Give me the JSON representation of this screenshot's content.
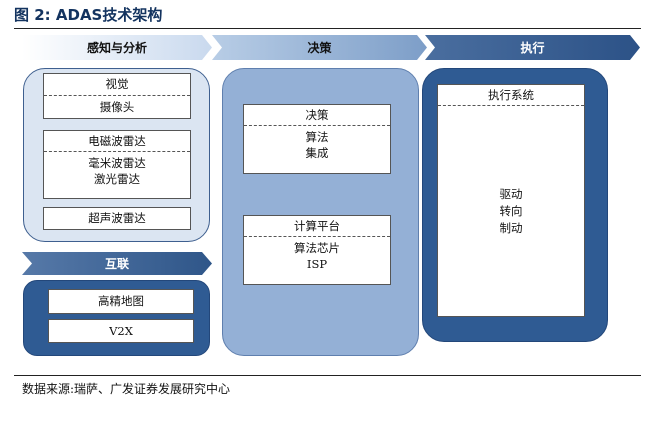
{
  "title": "图 2:  ADAS技术架构",
  "stages": {
    "sense": "感知与分析",
    "decide": "决策",
    "execute": "执行",
    "connect": "互联"
  },
  "sense": {
    "vision": {
      "head": "视觉",
      "items": [
        "摄像头"
      ]
    },
    "radar": {
      "head": "电磁波雷达",
      "items": [
        "毫米波雷达",
        "激光雷达"
      ]
    },
    "ultrasonic": "超声波雷达"
  },
  "decide": {
    "algorithm": {
      "head": "决策",
      "items": [
        "算法",
        "集成"
      ]
    },
    "compute": {
      "head": "计算平台",
      "items": [
        "算法芯片",
        "ISP"
      ]
    }
  },
  "execute": {
    "system": {
      "head": "执行系统",
      "items": [
        "驱动",
        "转向",
        "制动"
      ]
    }
  },
  "connect": {
    "items": [
      "高精地图",
      "V2X"
    ]
  },
  "source": "数据来源:瑞萨、广发证券发展研究中心",
  "colors": {
    "title": "#13335f",
    "light_panel": "#dbe5f2",
    "mid_panel": "#94b0d6",
    "dark_panel": "#2f5b93"
  }
}
